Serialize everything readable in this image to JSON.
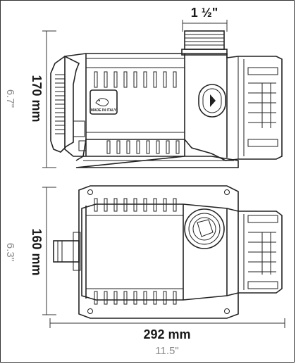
{
  "dimensions": {
    "fitting": "1 ½\"",
    "height_side_mm": "170 mm",
    "height_side_in": "6.7\"",
    "height_top_mm": "160 mm",
    "height_top_in": "6.3\"",
    "length_mm": "292 mm",
    "length_in": "11.5\""
  },
  "badge": {
    "text": "MADE IN ITALY"
  }
}
